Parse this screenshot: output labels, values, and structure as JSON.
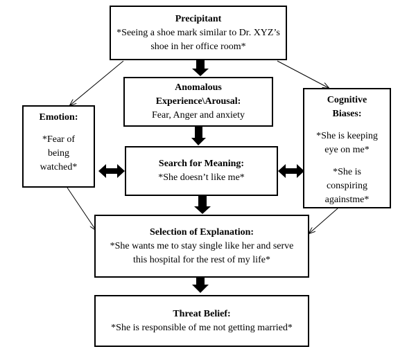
{
  "boxes": {
    "precipitant": {
      "title": "Precipitant",
      "lines": [
        "*Seeing a shoe mark similar to Dr. XYZ’s",
        "shoe in her office room*"
      ]
    },
    "anomalous": {
      "title_lines": [
        "Anomalous",
        "Experience\\Arousal:"
      ],
      "body": "Fear, Anger and anxiety"
    },
    "emotion": {
      "title": "Emotion:",
      "lines": [
        "*Fear of",
        "being",
        "watched*"
      ]
    },
    "cognitive": {
      "title_lines": [
        "Cognitive",
        "Biases:"
      ],
      "group1": [
        "*She is keeping",
        "eye on me*"
      ],
      "group2": [
        "*She is",
        "conspiring",
        "againstme*"
      ]
    },
    "search": {
      "title": "Search for Meaning:",
      "body": "*She doesn’t like me*"
    },
    "selection": {
      "title": "Selection of Explanation:",
      "lines": [
        "*She wants me to stay single like her and serve",
        "this hospital for the rest of my life*"
      ]
    },
    "threat": {
      "title": "Threat Belief:",
      "body": "*She is responsible of me not getting married*"
    }
  },
  "colors": {
    "border": "#000000",
    "background": "#ffffff",
    "text": "#000000"
  }
}
